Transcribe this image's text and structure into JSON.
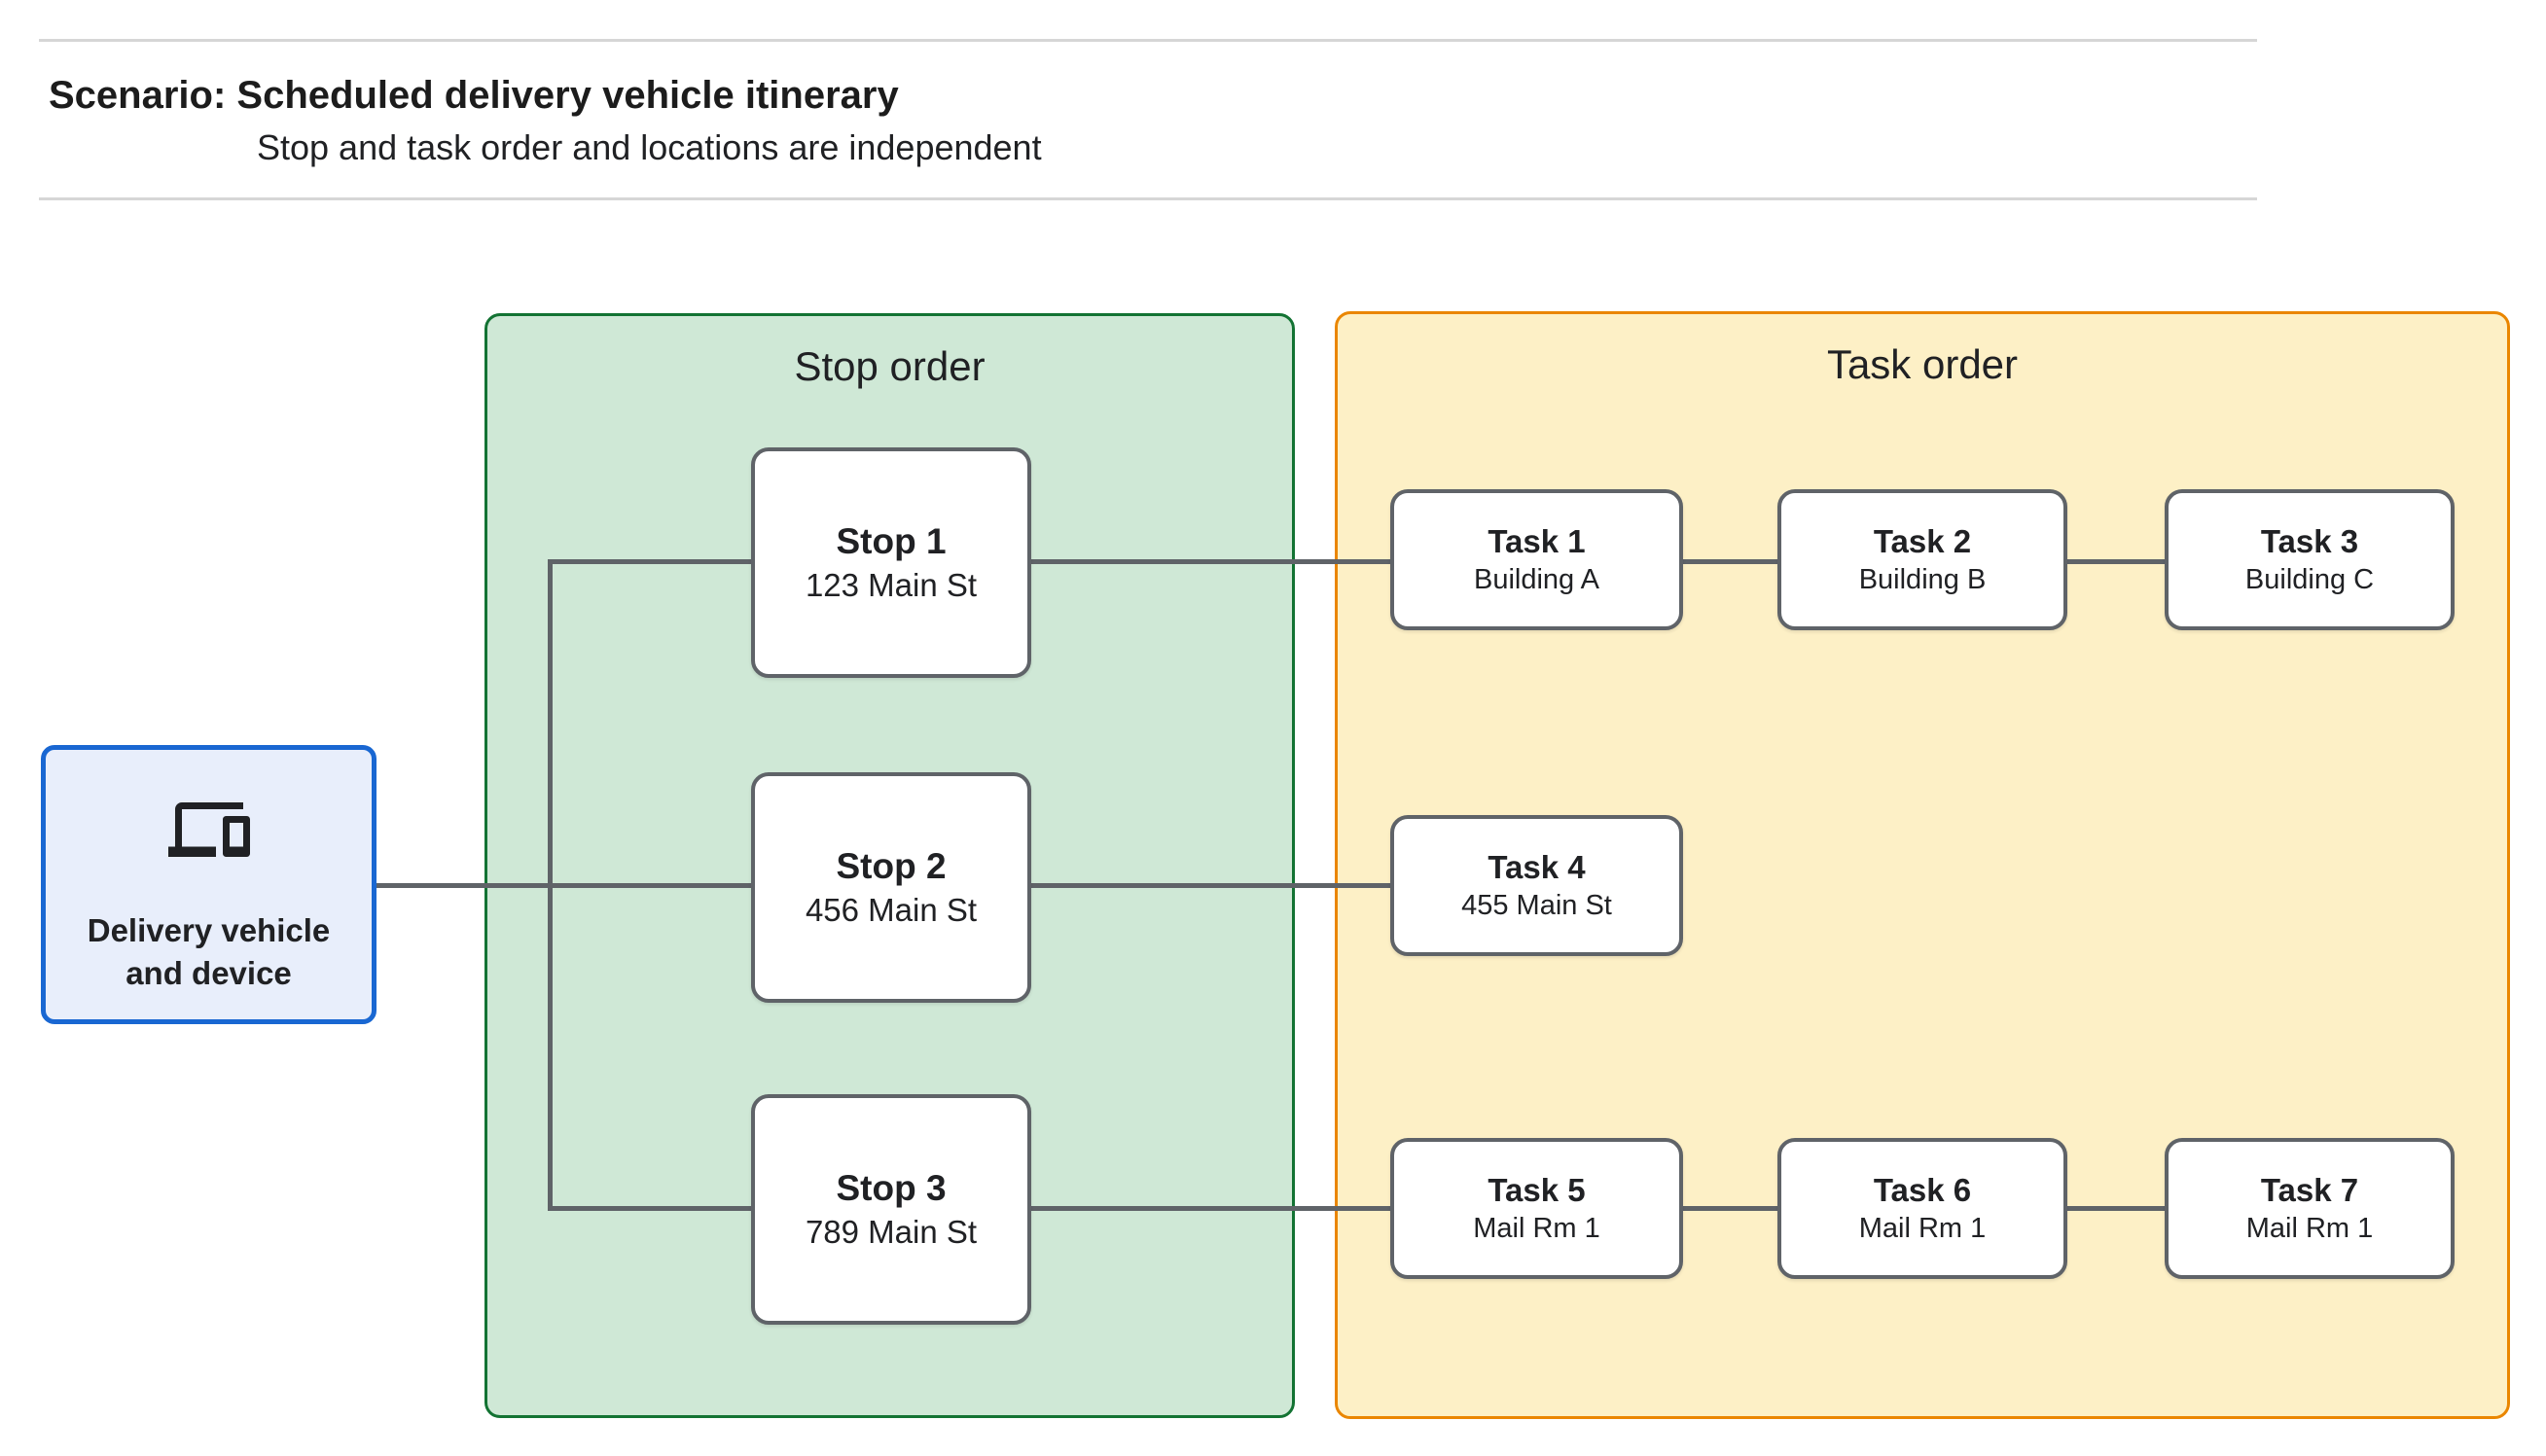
{
  "header": {
    "title": "Scenario: Scheduled delivery vehicle itinerary",
    "subtitle": "Stop and task order and locations are independent"
  },
  "source": {
    "label": "Delivery vehicle and device",
    "icon": "devices-icon"
  },
  "stop_panel": {
    "title": "Stop order",
    "fill": "#cfe8d6",
    "border": "#137333",
    "nodes": [
      {
        "title": "Stop 1",
        "subtitle": "123 Main St"
      },
      {
        "title": "Stop 2",
        "subtitle": "456 Main St"
      },
      {
        "title": "Stop 3",
        "subtitle": "789 Main St"
      }
    ]
  },
  "task_panel": {
    "title": "Task order",
    "fill": "#fdf0c6",
    "border": "#ea8600",
    "rows": [
      [
        {
          "title": "Task 1",
          "subtitle": "Building A"
        },
        {
          "title": "Task 2",
          "subtitle": "Building B"
        },
        {
          "title": "Task 3",
          "subtitle": "Building C"
        }
      ],
      [
        {
          "title": "Task 4",
          "subtitle": "455 Main St"
        }
      ],
      [
        {
          "title": "Task 5",
          "subtitle": "Mail Rm 1"
        },
        {
          "title": "Task 6",
          "subtitle": "Mail Rm 1"
        },
        {
          "title": "Task 7",
          "subtitle": "Mail Rm 1"
        }
      ]
    ]
  },
  "colors": {
    "connector": "#5f6368",
    "node_border": "#5f6368",
    "source_fill": "#e8eefb",
    "source_border": "#1967d2",
    "divider": "#d6d6d6"
  }
}
